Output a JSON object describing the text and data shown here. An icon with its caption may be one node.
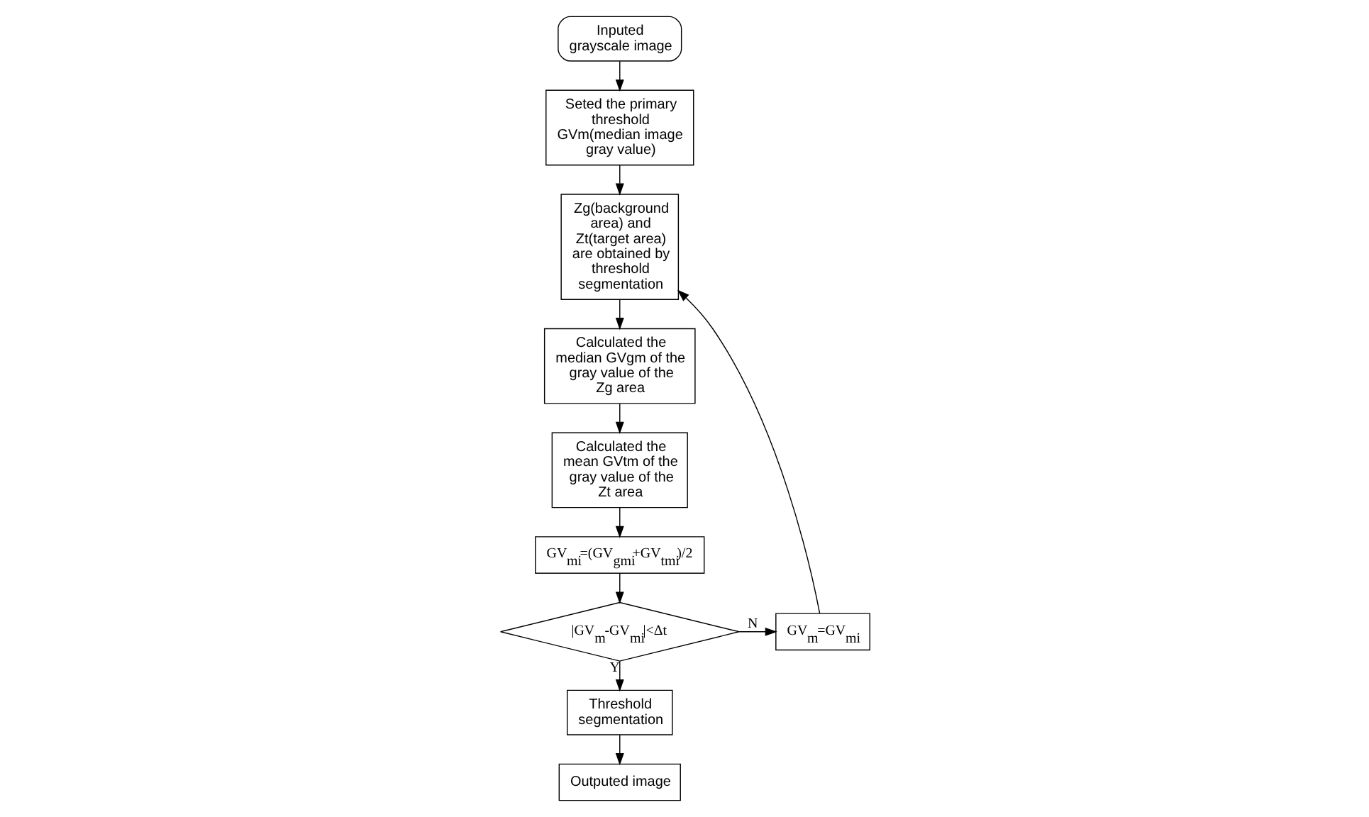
{
  "diagram": {
    "nodes": [
      {
        "text": [
          "Inputed grayscale image"
        ]
      },
      {
        "text": [
          "Seted the primary threshold GVm(median image gray value)"
        ]
      },
      {
        "text": [
          "Zg(background area) and Zt(target area) are obtained by threshold segmentation"
        ]
      },
      {
        "text": [
          "Calculated the median GVgm of the gray value of the Zg area"
        ]
      },
      {
        "text": [
          "Calculated the mean GVtm of the gray value of the Zt area"
        ]
      },
      {
        "text": [
          "GV$_{mi}$=(GV$_{gmi}$+GV$_{tmi}$)/2"
        ]
      },
      {
        "text": [
          "|GV$_{m}$-GV$_{mi}$|<Δt"
        ]
      },
      {
        "text": [
          "GV$_{m}$=GV$_{mi}$"
        ]
      },
      {
        "text": [
          "Threshold segmentation"
        ]
      },
      {
        "text": [
          "Outputed image"
        ]
      }
    ],
    "edges": [
      {
        "from": 0,
        "to": 1,
        "arrow": "to"
      },
      {
        "from": 1,
        "to": 2,
        "arrow": "to"
      },
      {
        "from": 2,
        "to": 3,
        "arrow": "to"
      },
      {
        "from": 3,
        "to": 4,
        "arrow": "to"
      },
      {
        "from": 4,
        "to": 5,
        "arrow": "to"
      },
      {
        "from": 5,
        "to": 6,
        "arrow": "to"
      },
      {
        "from": 6,
        "to": 7,
        "arrow": "to",
        "label": "N"
      },
      {
        "from": 7,
        "to": 2,
        "arrow": "to"
      },
      {
        "from": 6,
        "to": 8,
        "arrow": "to",
        "label": "Y"
      },
      {
        "from": 8,
        "to": 9,
        "arrow": "to"
      }
    ]
  }
}
